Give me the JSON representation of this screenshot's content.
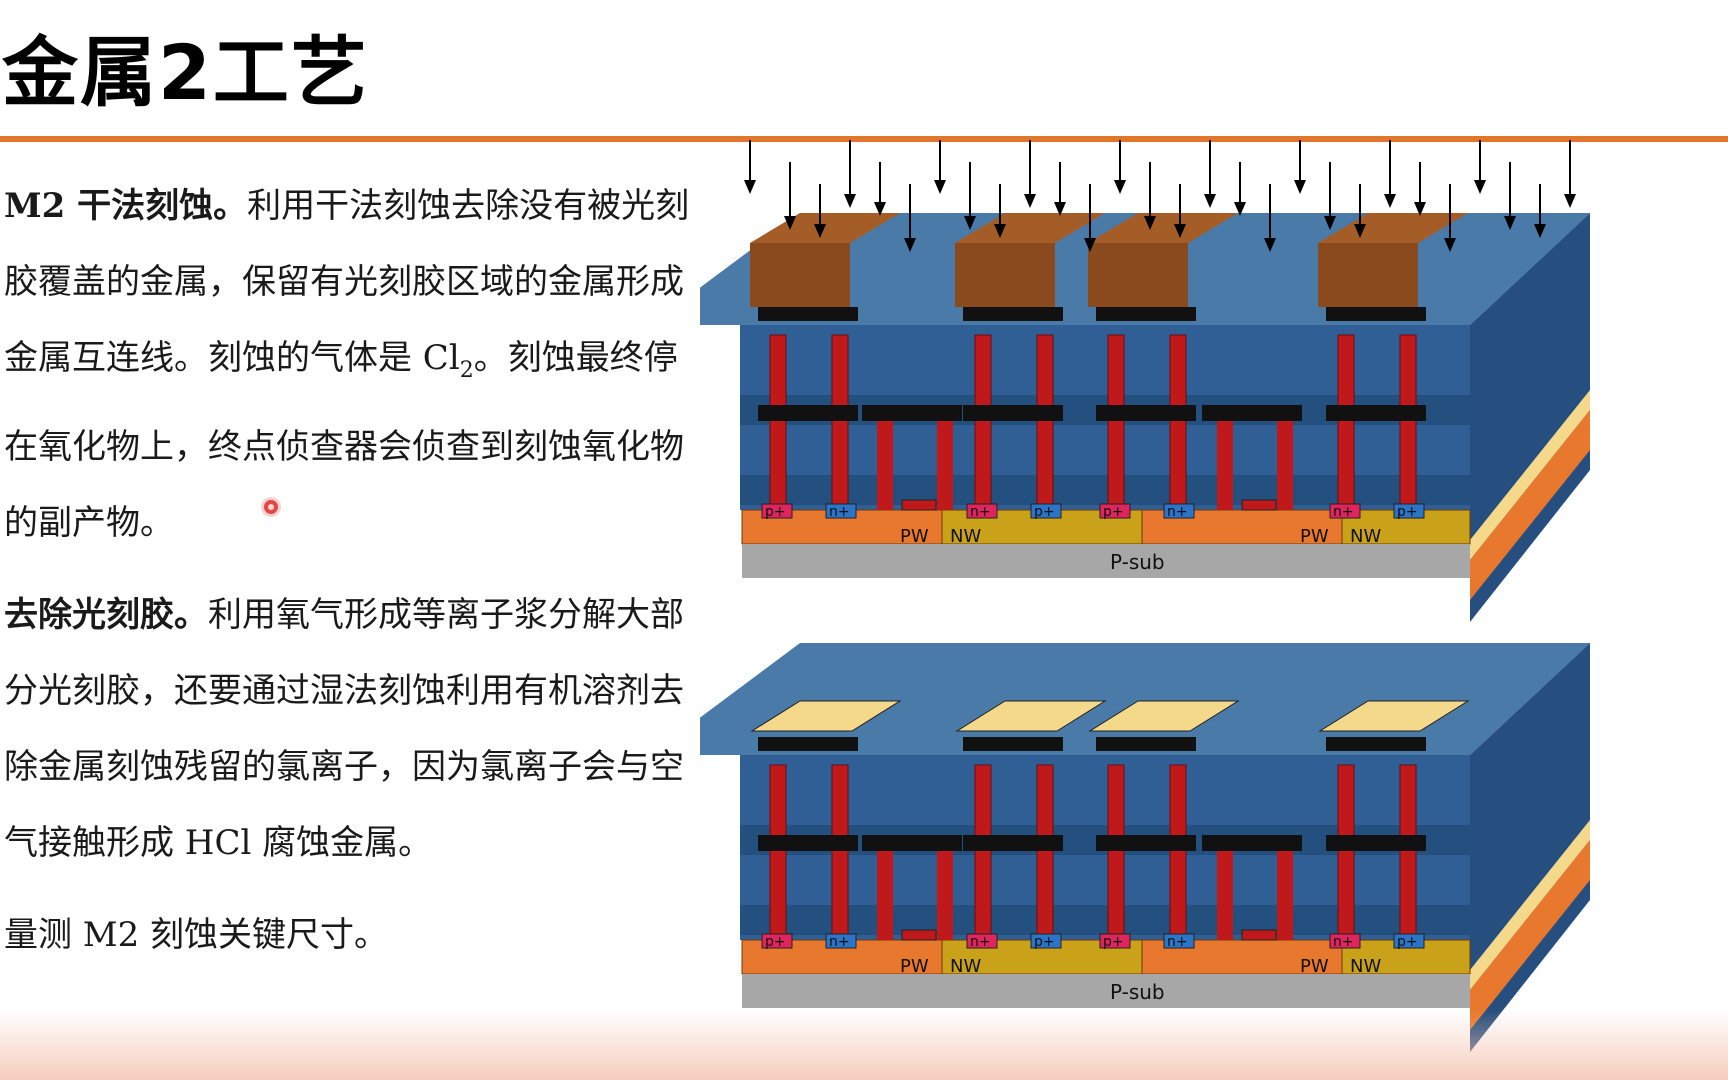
{
  "slide": {
    "title": "金属2工艺"
  },
  "content": {
    "p1": {
      "lead": "M2 干法刻蚀。",
      "text_a": "利用干法刻蚀去除没有被光刻胶覆盖的金属，保留有光刻胶区域的金属形成金属互连线。刻蚀的气体是 Cl",
      "sub": "2",
      "text_b": "。刻蚀最终停在氧化物上，终点侦查器会侦查到刻蚀氧化物的副产物。"
    },
    "p2": {
      "lead": "去除光刻胶。",
      "text": "利用氧气形成等离子浆分解大部分光刻胶，还要通过湿法刻蚀利用有机溶剂去除金属刻蚀残留的氯离子，因为氯离子会与空气接触形成 HCl 腐蚀金属。"
    },
    "p3": {
      "text": "量测 M2 刻蚀关键尺寸。"
    }
  },
  "diagrams": {
    "labels": {
      "pplus": "p+",
      "nplus": "n+",
      "pw": "PW",
      "nw": "NW",
      "psub": "P-sub"
    },
    "colors": {
      "accent": "#e2762a",
      "oxide": "#2f5f95",
      "oxide_top": "#4a7aa8",
      "metal_resist": "#8a4a1e",
      "metal_clean": "#f5d98a",
      "via": "#c0191b",
      "pw": "#e8782e",
      "nw": "#c9a21a",
      "psub": "#a7a7a7"
    }
  }
}
